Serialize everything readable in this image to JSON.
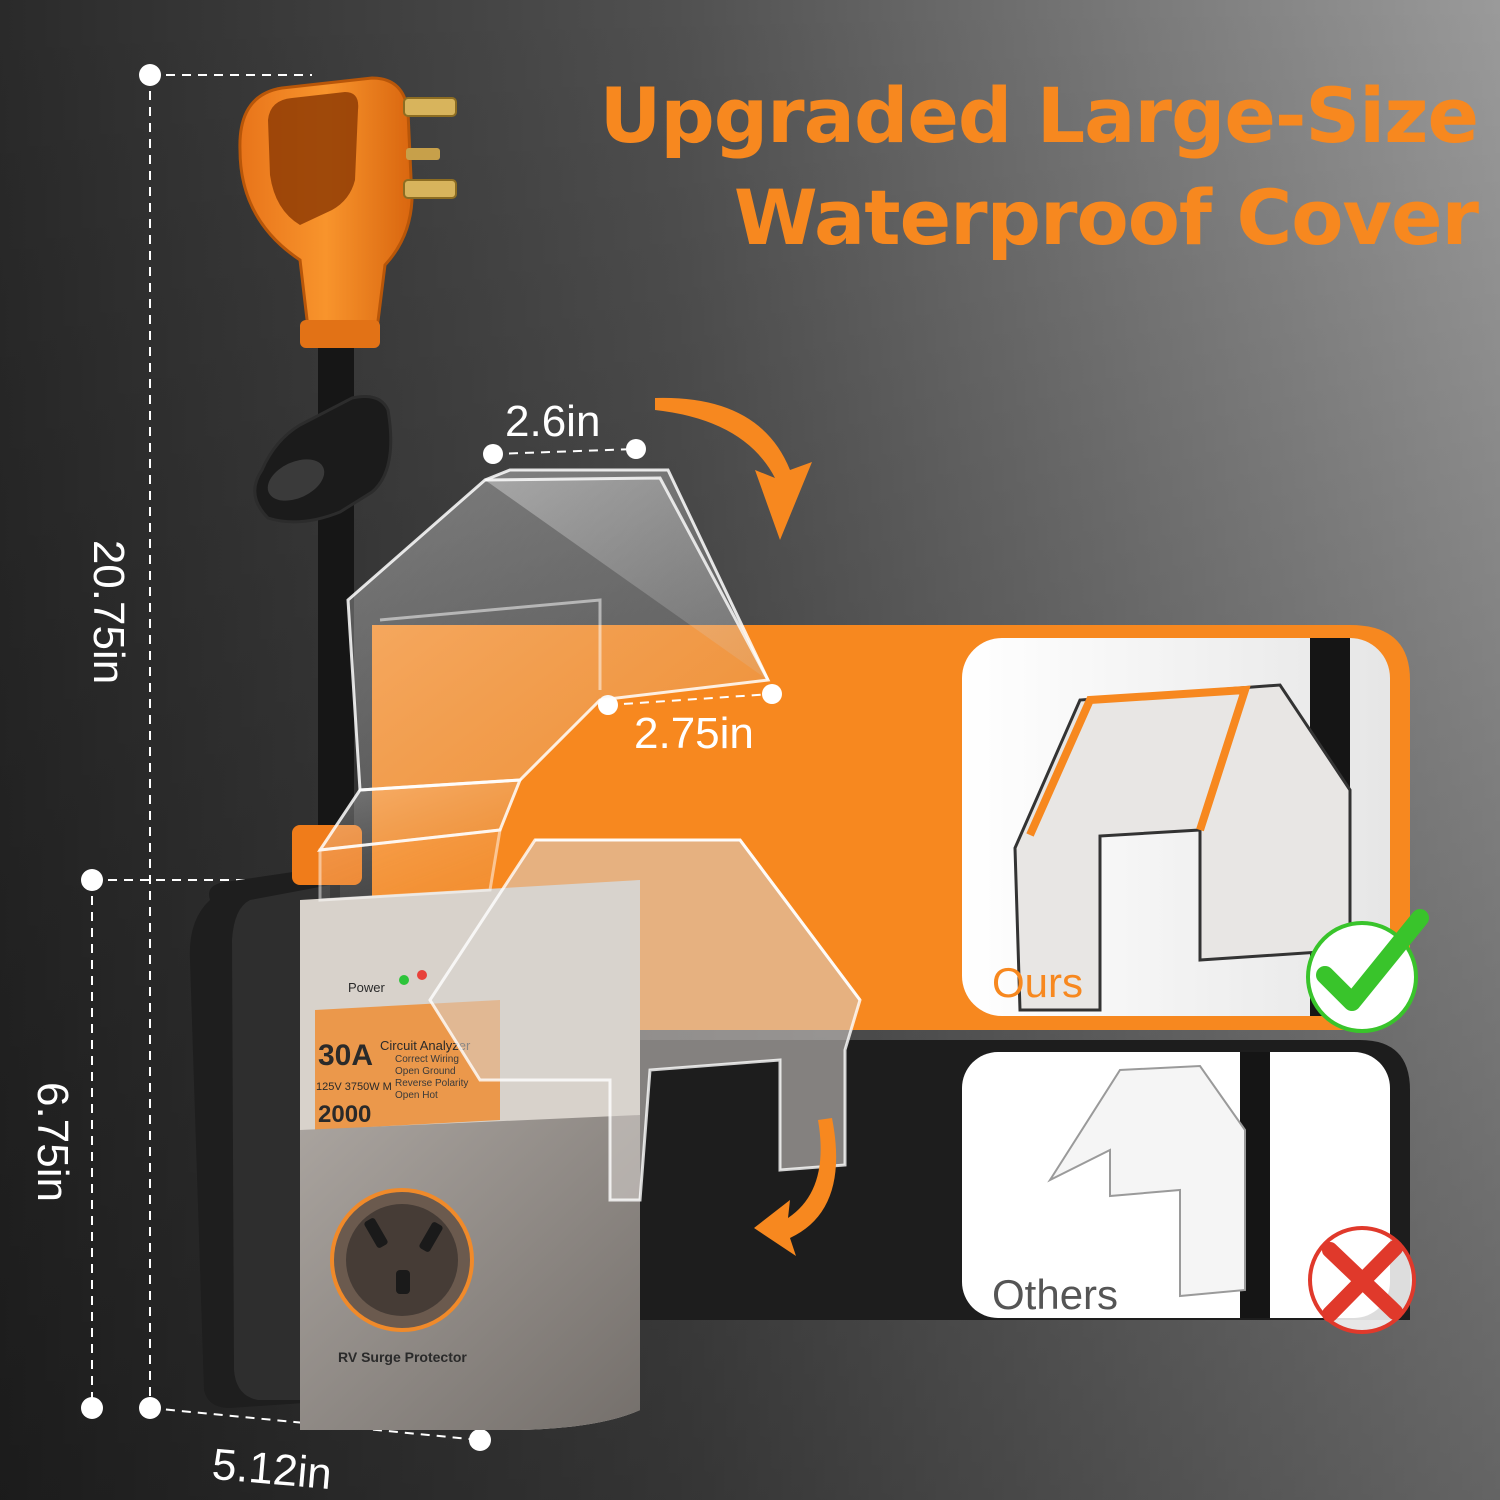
{
  "headline": {
    "line1": "Upgraded Large-Size",
    "line2": "Waterproof Cover",
    "color": "#f7881f"
  },
  "dimensions": {
    "total_height": "20.75in",
    "body_height": "6.75in",
    "base_depth": "5.12in",
    "cover_top_width": "2.6in",
    "cover_bottom_width": "2.75in"
  },
  "device_labels": {
    "amperage": "30A",
    "analyzer_title": "Circuit Analyzer",
    "analyzer_items": [
      "Correct Wiring",
      "Open Ground",
      "Reverse Polarity",
      "Open Hot"
    ],
    "rating": "125V 3750W M",
    "joules": "2000",
    "indicator": "Power",
    "product_name": "RV  Surge Protector"
  },
  "comparison": {
    "ours_label": "Ours",
    "others_label": "Others",
    "ours_status": "check-icon",
    "others_status": "cross-icon"
  },
  "colors": {
    "accent": "#f7881f",
    "background": "#4a4a4a",
    "check": "#39c42b",
    "cross": "#e0392b"
  }
}
